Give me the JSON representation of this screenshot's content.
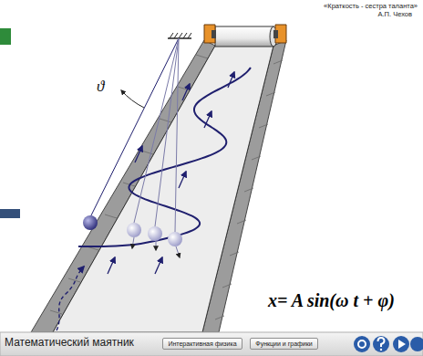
{
  "diagram": {
    "nodes": [
      {
        "text": [
          "Интерактивная физика"
        ]
      },
      {
        "text": [
          "Функции и графики"
        ]
      }
    ],
    "labels": [
      "«Краткость - сестра таланта»",
      "А.П. Чехов",
      "ϑ",
      "x= A sin(ω t + φ)",
      "Математический маятник"
    ]
  }
}
